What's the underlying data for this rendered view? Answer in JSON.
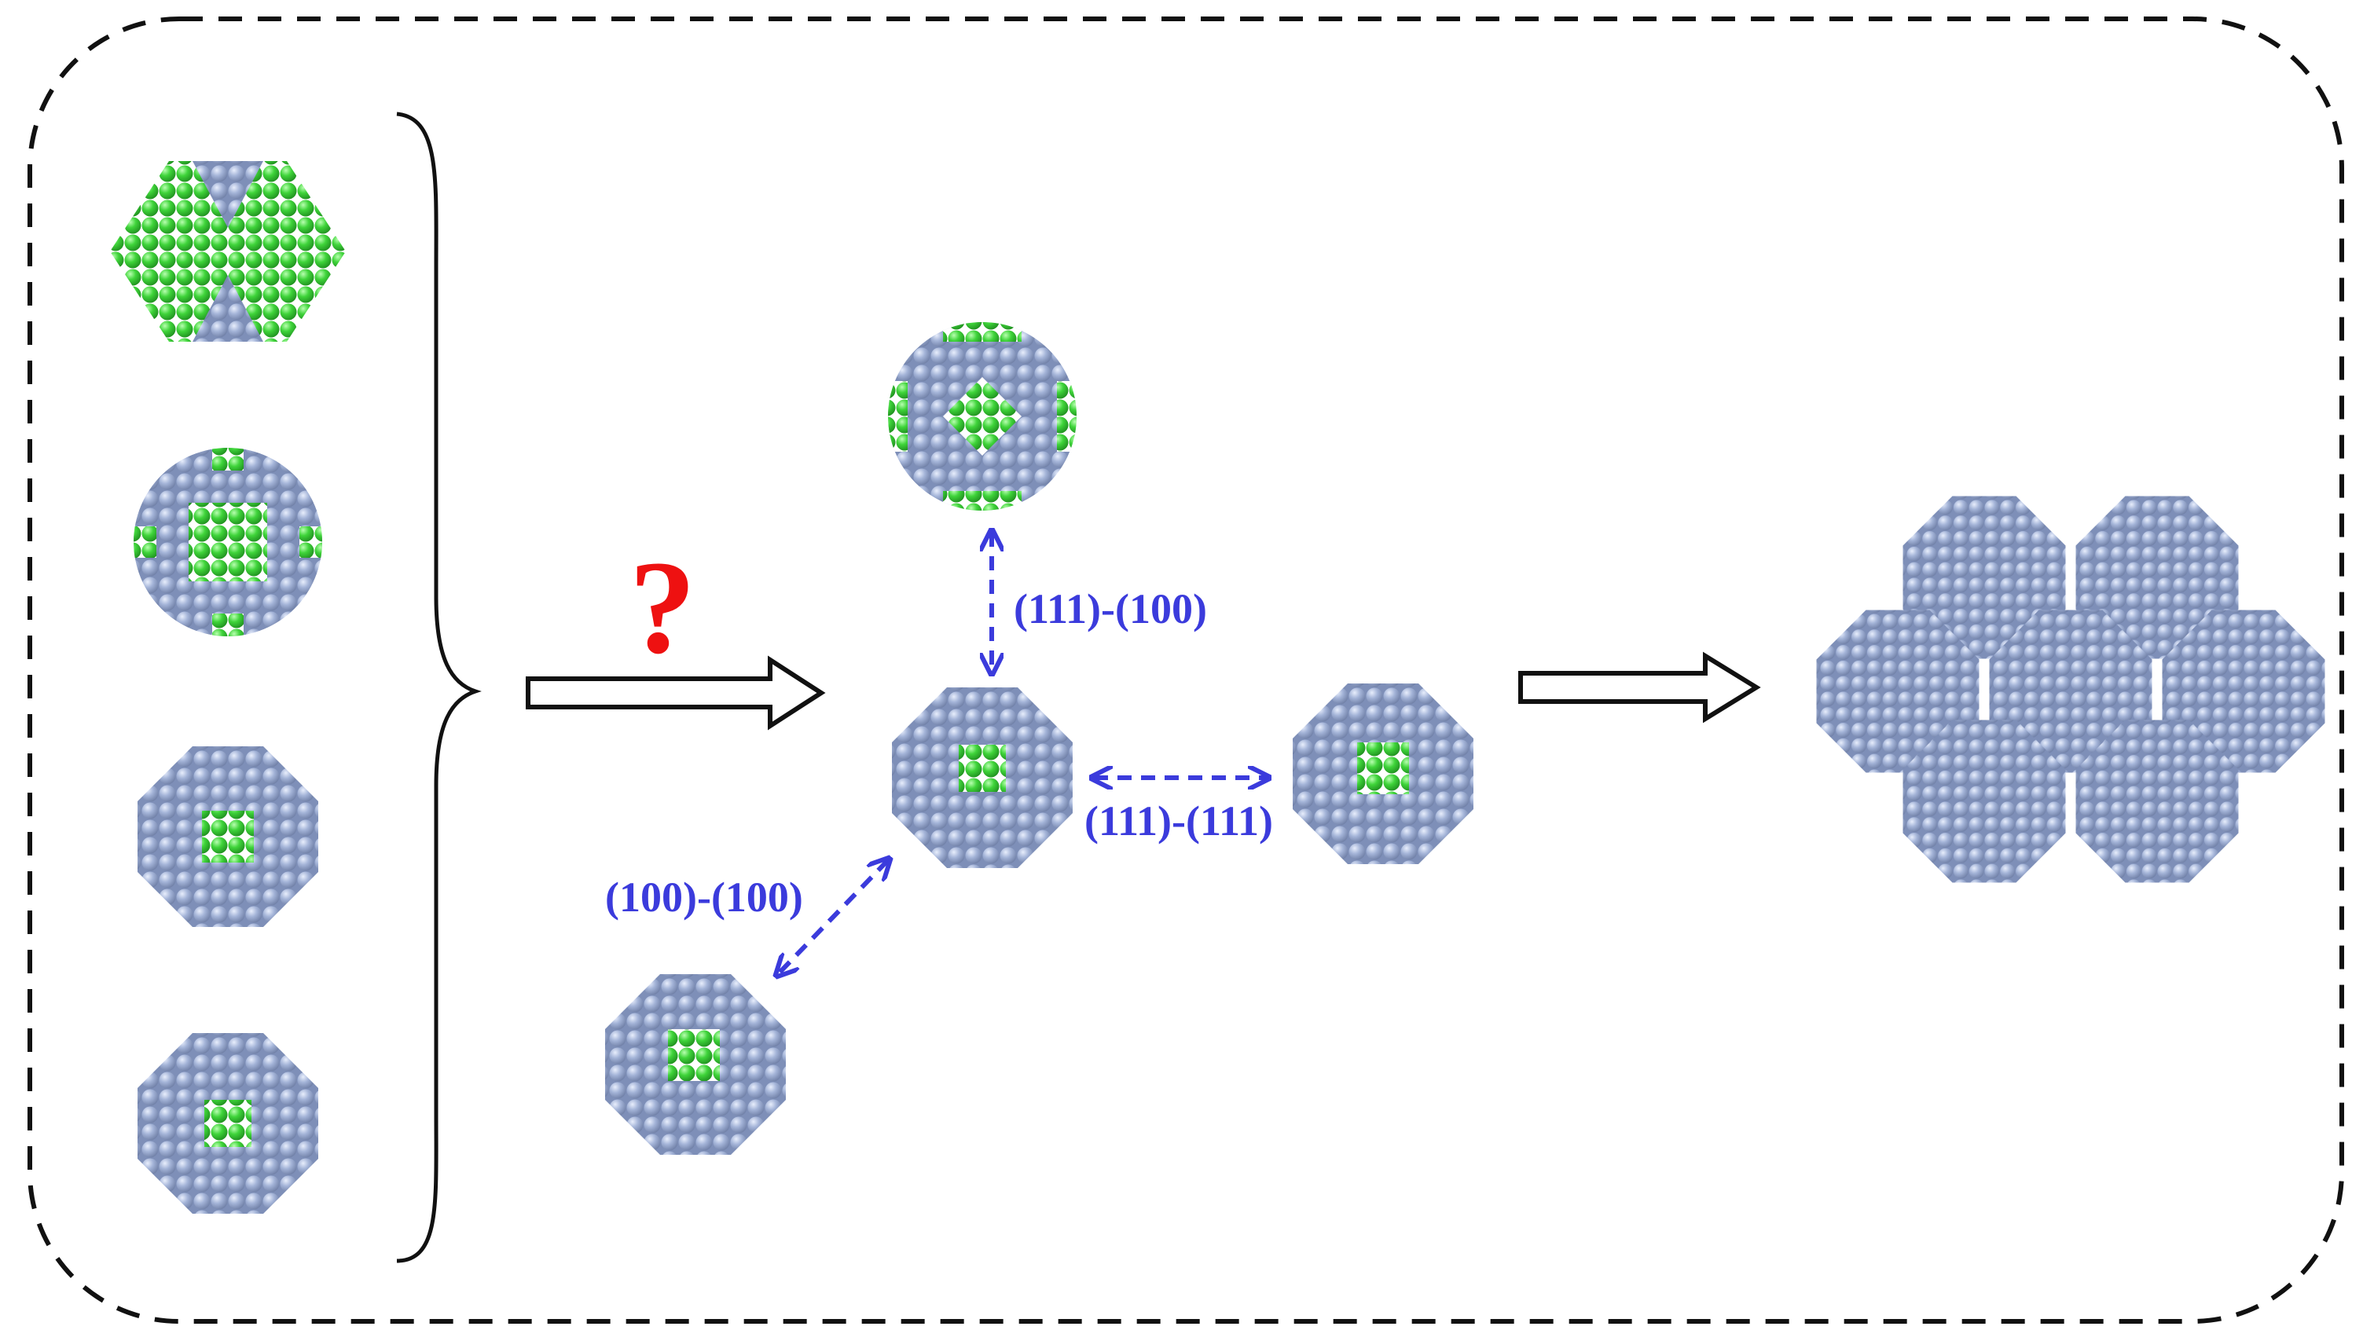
{
  "colors": {
    "frame": "#111111",
    "atom_core": "#a4b4d8",
    "atom_core_edge": "#6f7fa6",
    "atom_surface": "#3fd43a",
    "atom_surface_edge": "#1f8f1f",
    "interaction_arrow": "#3b3bdc",
    "interaction_label": "#3b3bdc",
    "question_mark": "#ee1111",
    "process_arrow": "#111111"
  },
  "labels": {
    "question": "?",
    "interaction_top": "(111)-(100)",
    "interaction_right": "(111)-(111)",
    "interaction_lower_left": "(100)-(100)"
  },
  "icons": {
    "candidate_clusters": [
      "hexagonal-cluster-icon",
      "cuboctahedral-cluster-icon",
      "truncated-octahedral-cluster-icon",
      "octahedral-cluster-icon"
    ],
    "center_cluster": "truncated-octahedral-cluster-icon",
    "neighbor_clusters": [
      "cluster-top-icon",
      "cluster-right-icon",
      "cluster-lower-left-icon"
    ],
    "superlattice": "superlattice-assembly-icon",
    "process_arrows": [
      "hollow-arrow-right-icon",
      "hollow-arrow-right-icon"
    ]
  }
}
